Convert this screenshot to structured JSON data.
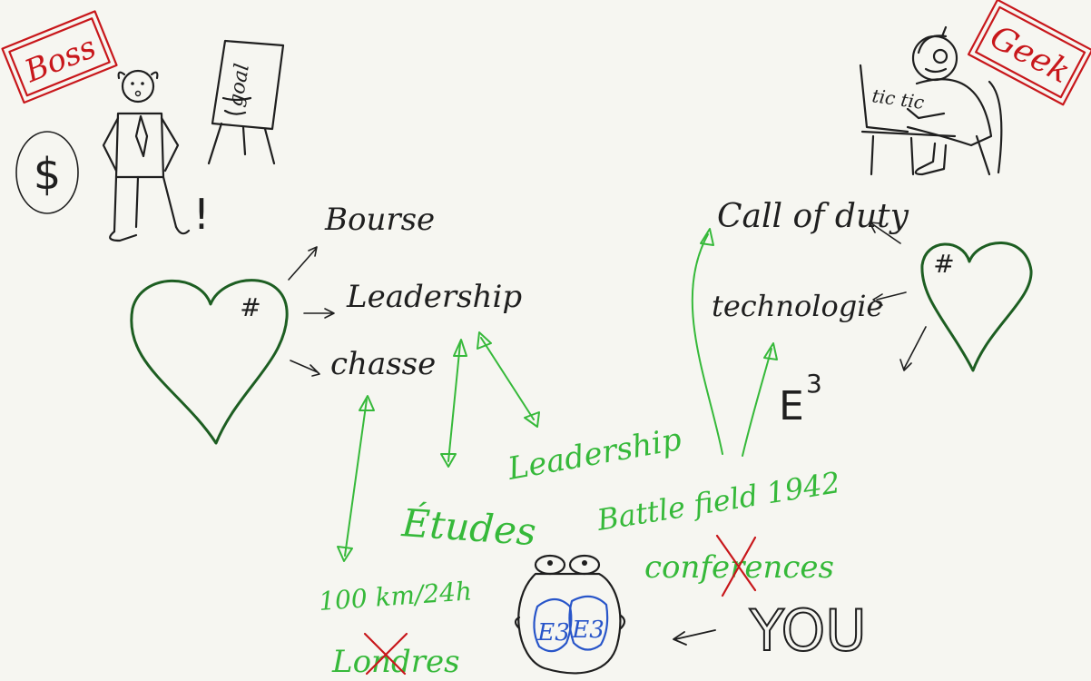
{
  "stamps": {
    "boss": "Boss",
    "geek": "Geek"
  },
  "sketch_text": {
    "goal": "goal",
    "dollar": "$",
    "exclamation": "!",
    "typing": "tic tic"
  },
  "boss_branch": {
    "hash": "#",
    "interests": [
      "Bourse",
      "Leadership",
      "chasse"
    ]
  },
  "geek_branch": {
    "hash": "#",
    "interests": [
      "Call of duty",
      "technologie"
    ],
    "e_cubed_base": "E",
    "e_cubed_exp": "3"
  },
  "shared_topics": {
    "etudes": "Études",
    "leadership": "Leadership",
    "battlefield": "Battle field 1942",
    "conferences": "conferences",
    "distance": "100 km/24h",
    "londres": "Londres"
  },
  "brain": {
    "left": "E3",
    "right": "E3"
  },
  "you_label": "YOU",
  "colors": {
    "ink": "#1f1f1f",
    "green": "#36b93a",
    "dark_green": "#1d5e22",
    "red": "#c8171b",
    "blue": "#2855c9"
  }
}
